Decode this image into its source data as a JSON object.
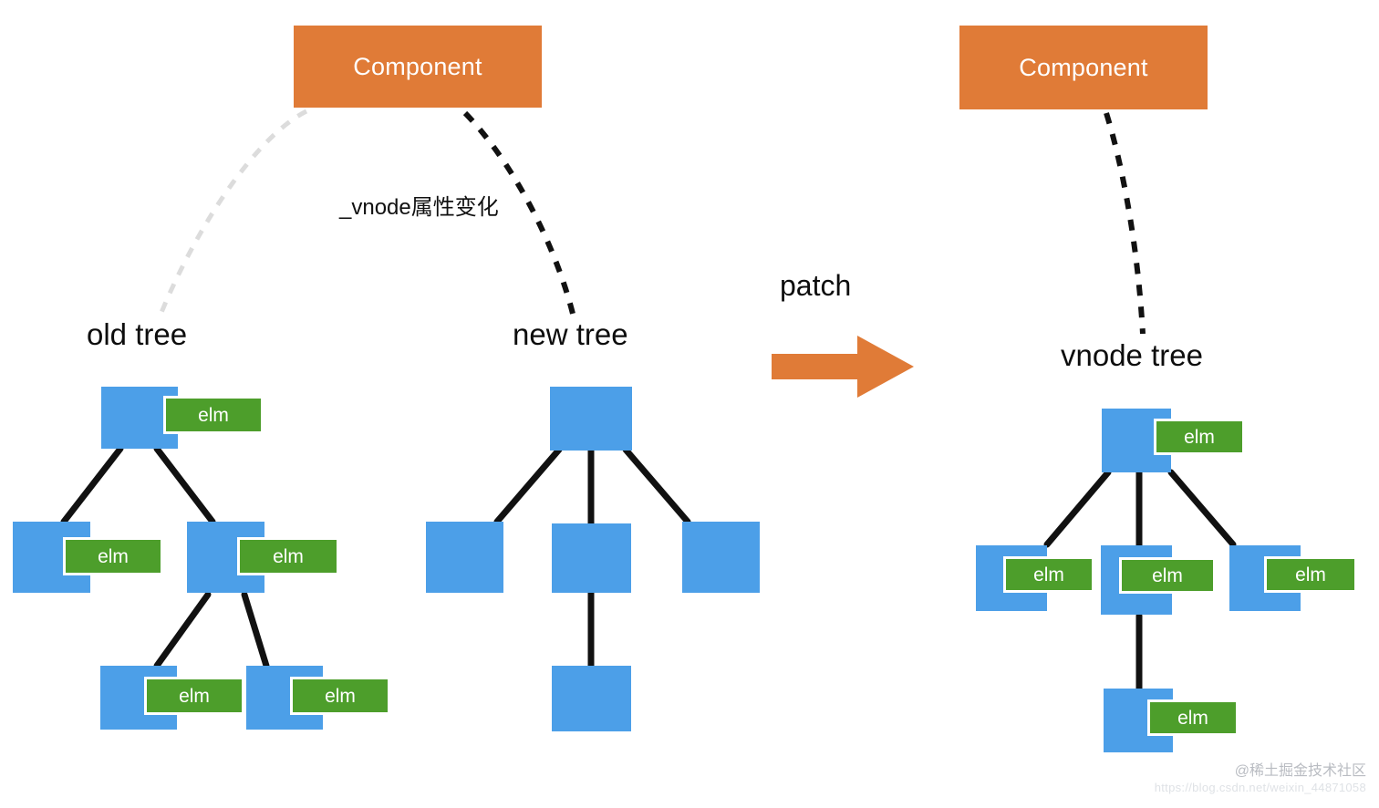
{
  "diagram": {
    "title_boxes": {
      "left_component": "Component",
      "right_component": "Component"
    },
    "captions": {
      "old_tree": "old tree",
      "new_tree": "new tree",
      "vnode_tree": "vnode tree"
    },
    "labels": {
      "patch": "patch",
      "vnode_change": "_vnode属性变化",
      "elm": "elm"
    },
    "colors": {
      "component_orange": "#e07b37",
      "arrow_orange": "#e07b37",
      "node_blue": "#4c9fe8",
      "elm_green": "#4d9e2b",
      "connector_black": "#111111",
      "dashed_gray": "#d9d9d9",
      "text_white": "#ffffff",
      "text_black": "#0d0d0d"
    },
    "trees": {
      "old_tree": {
        "caption": "old tree",
        "nodes": [
          {
            "id": "o1",
            "level": 0,
            "has_elm": true,
            "elm_label": "elm"
          },
          {
            "id": "o2",
            "level": 1,
            "has_elm": true,
            "elm_label": "elm"
          },
          {
            "id": "o3",
            "level": 1,
            "has_elm": true,
            "elm_label": "elm"
          },
          {
            "id": "o4",
            "level": 2,
            "has_elm": true,
            "elm_label": "elm"
          },
          {
            "id": "o5",
            "level": 2,
            "has_elm": true,
            "elm_label": "elm"
          }
        ],
        "edges": [
          [
            "o1",
            "o2"
          ],
          [
            "o1",
            "o3"
          ],
          [
            "o3",
            "o4"
          ],
          [
            "o3",
            "o5"
          ]
        ]
      },
      "new_tree": {
        "caption": "new tree",
        "nodes": [
          {
            "id": "n1",
            "level": 0,
            "has_elm": false
          },
          {
            "id": "n2",
            "level": 1,
            "has_elm": false
          },
          {
            "id": "n3",
            "level": 1,
            "has_elm": false
          },
          {
            "id": "n4",
            "level": 1,
            "has_elm": false
          },
          {
            "id": "n5",
            "level": 2,
            "has_elm": false
          }
        ],
        "edges": [
          [
            "n1",
            "n2"
          ],
          [
            "n1",
            "n3"
          ],
          [
            "n1",
            "n4"
          ],
          [
            "n3",
            "n5"
          ]
        ]
      },
      "vnode_tree": {
        "caption": "vnode tree",
        "nodes": [
          {
            "id": "v1",
            "level": 0,
            "has_elm": true,
            "elm_label": "elm"
          },
          {
            "id": "v2",
            "level": 1,
            "has_elm": true,
            "elm_label": "elm"
          },
          {
            "id": "v3",
            "level": 1,
            "has_elm": true,
            "elm_label": "elm"
          },
          {
            "id": "v4",
            "level": 1,
            "has_elm": true,
            "elm_label": "elm"
          },
          {
            "id": "v5",
            "level": 2,
            "has_elm": true,
            "elm_label": "elm"
          }
        ],
        "edges": [
          [
            "v1",
            "v2"
          ],
          [
            "v1",
            "v3"
          ],
          [
            "v1",
            "v4"
          ],
          [
            "v3",
            "v5"
          ]
        ]
      }
    },
    "connections": [
      {
        "from": "left_component",
        "to": "old_tree",
        "style": "dashed",
        "color": "#d9d9d9",
        "label": ""
      },
      {
        "from": "left_component",
        "to": "new_tree",
        "style": "dashed",
        "color": "#111111",
        "label": "_vnode属性变化"
      },
      {
        "from": "right_component",
        "to": "vnode_tree",
        "style": "dashed",
        "color": "#111111",
        "label": ""
      }
    ]
  },
  "watermark": {
    "main": "@稀土掘金技术社区",
    "url": "https://blog.csdn.net/weixin_44871058"
  }
}
